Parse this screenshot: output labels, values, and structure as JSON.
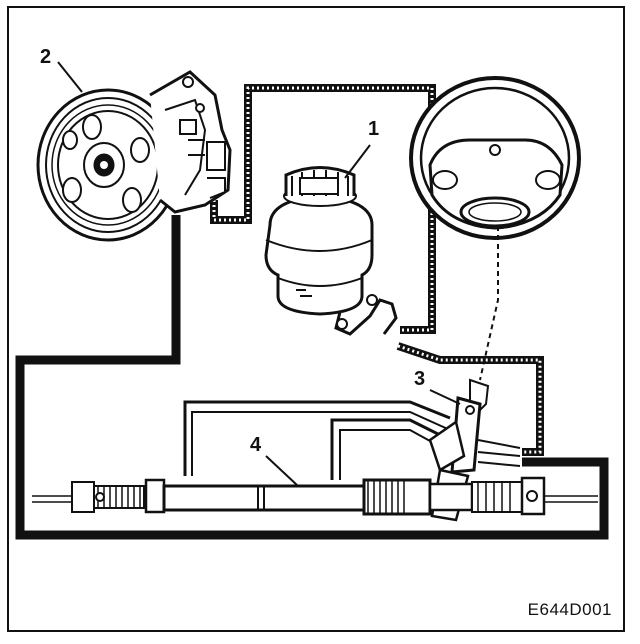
{
  "figure": {
    "code": "E644D001",
    "callouts": [
      {
        "id": "reservoir",
        "label": "1"
      },
      {
        "id": "pump",
        "label": "2"
      },
      {
        "id": "valve",
        "label": "3"
      },
      {
        "id": "rack",
        "label": "4"
      }
    ]
  }
}
